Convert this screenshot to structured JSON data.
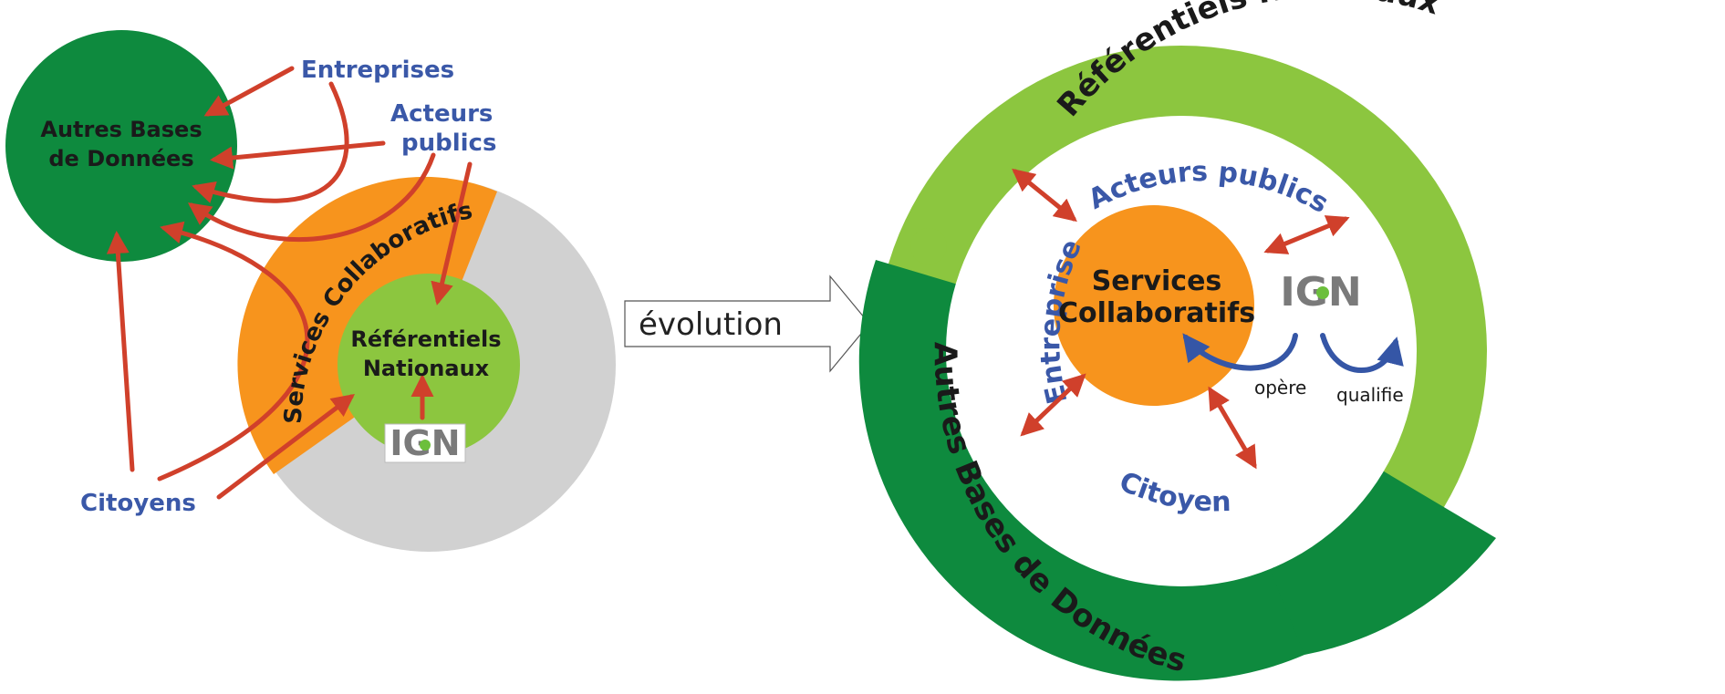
{
  "left": {
    "labels": {
      "entreprises": "Entreprises",
      "acteurs_1": "Acteurs",
      "acteurs_2": "publics",
      "citoyens": "Citoyens",
      "autres_1": "Autres Bases",
      "autres_2": "de Données",
      "services": "Services Collaboratifs",
      "referentiels_1": "Référentiels",
      "referentiels_2": "Nationaux",
      "ign": "IGN"
    }
  },
  "evolution_label": "évolution",
  "right": {
    "ring_top": "Référentiels Nationaux",
    "ring_bottom": "Autres Bases de Données",
    "acteurs": "Acteurs publics",
    "entreprises": "Entreprises",
    "citoyens": "Citoyens",
    "services_1": "Services",
    "services_2": "Collaboratifs",
    "ign": "IGN",
    "opere": "opère",
    "qualifie": "qualifie"
  },
  "colors": {
    "dark_green": "#0e8a3e",
    "light_green": "#8cc63f",
    "orange": "#f7941d",
    "gray": "#d1d1d1",
    "red_arrow": "#d0402b",
    "blue_text": "#3a58a8",
    "blue_arrow": "#3556a6"
  }
}
